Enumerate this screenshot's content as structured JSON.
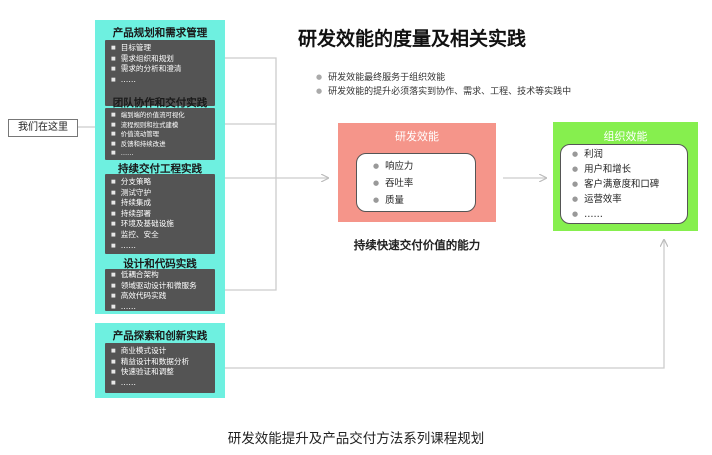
{
  "title": "研发效能的度量及相关实践",
  "notes": [
    "研发效能最终服务于组织效能",
    "研发效能的提升必须落实到协作、需求、工程、技术等实践中"
  ],
  "callout": "我们在这里",
  "left_groups": [
    {
      "title": "产品规划和需求管理",
      "items": [
        "目标管理",
        "需求组织和规划",
        "需求的分析和澄清",
        "……"
      ]
    },
    {
      "title": "团队协作和交付实践",
      "items": [
        "端到端的价值流可视化",
        "流程规则和拉式建模",
        "价值流动管理",
        "反馈和持续改进",
        "……"
      ]
    },
    {
      "title": "持续交付工程实践",
      "items": [
        "分支策略",
        "测试守护",
        "持续集成",
        "持续部署",
        "环境及基础设施",
        "监控、安全",
        "……"
      ]
    },
    {
      "title": "设计和代码实践",
      "items": [
        "低耦合架构",
        "领域驱动设计和微服务",
        "高效代码实践",
        "……"
      ]
    },
    {
      "title": "产品探索和创新实践",
      "items": [
        "商业模式设计",
        "精益设计和数据分析",
        "快速验证和调整",
        "……"
      ]
    }
  ],
  "rd_efficiency": {
    "title": "研发效能",
    "items": [
      "响应力",
      "吞吐率",
      "质量"
    ],
    "subtitle": "持续快速交付价值的能力"
  },
  "org_efficiency": {
    "title": "组织效能",
    "items": [
      "利润",
      "用户和增长",
      "客户满意度和口碑",
      "运营效率",
      "……"
    ]
  },
  "caption": "研发效能提升及产品交付方法系列课程规划",
  "colors": {
    "cyan": "#6ef0e0",
    "dark": "#545454",
    "salmon": "#f5958a",
    "green": "#86ef4e",
    "line": "#cccccc"
  }
}
